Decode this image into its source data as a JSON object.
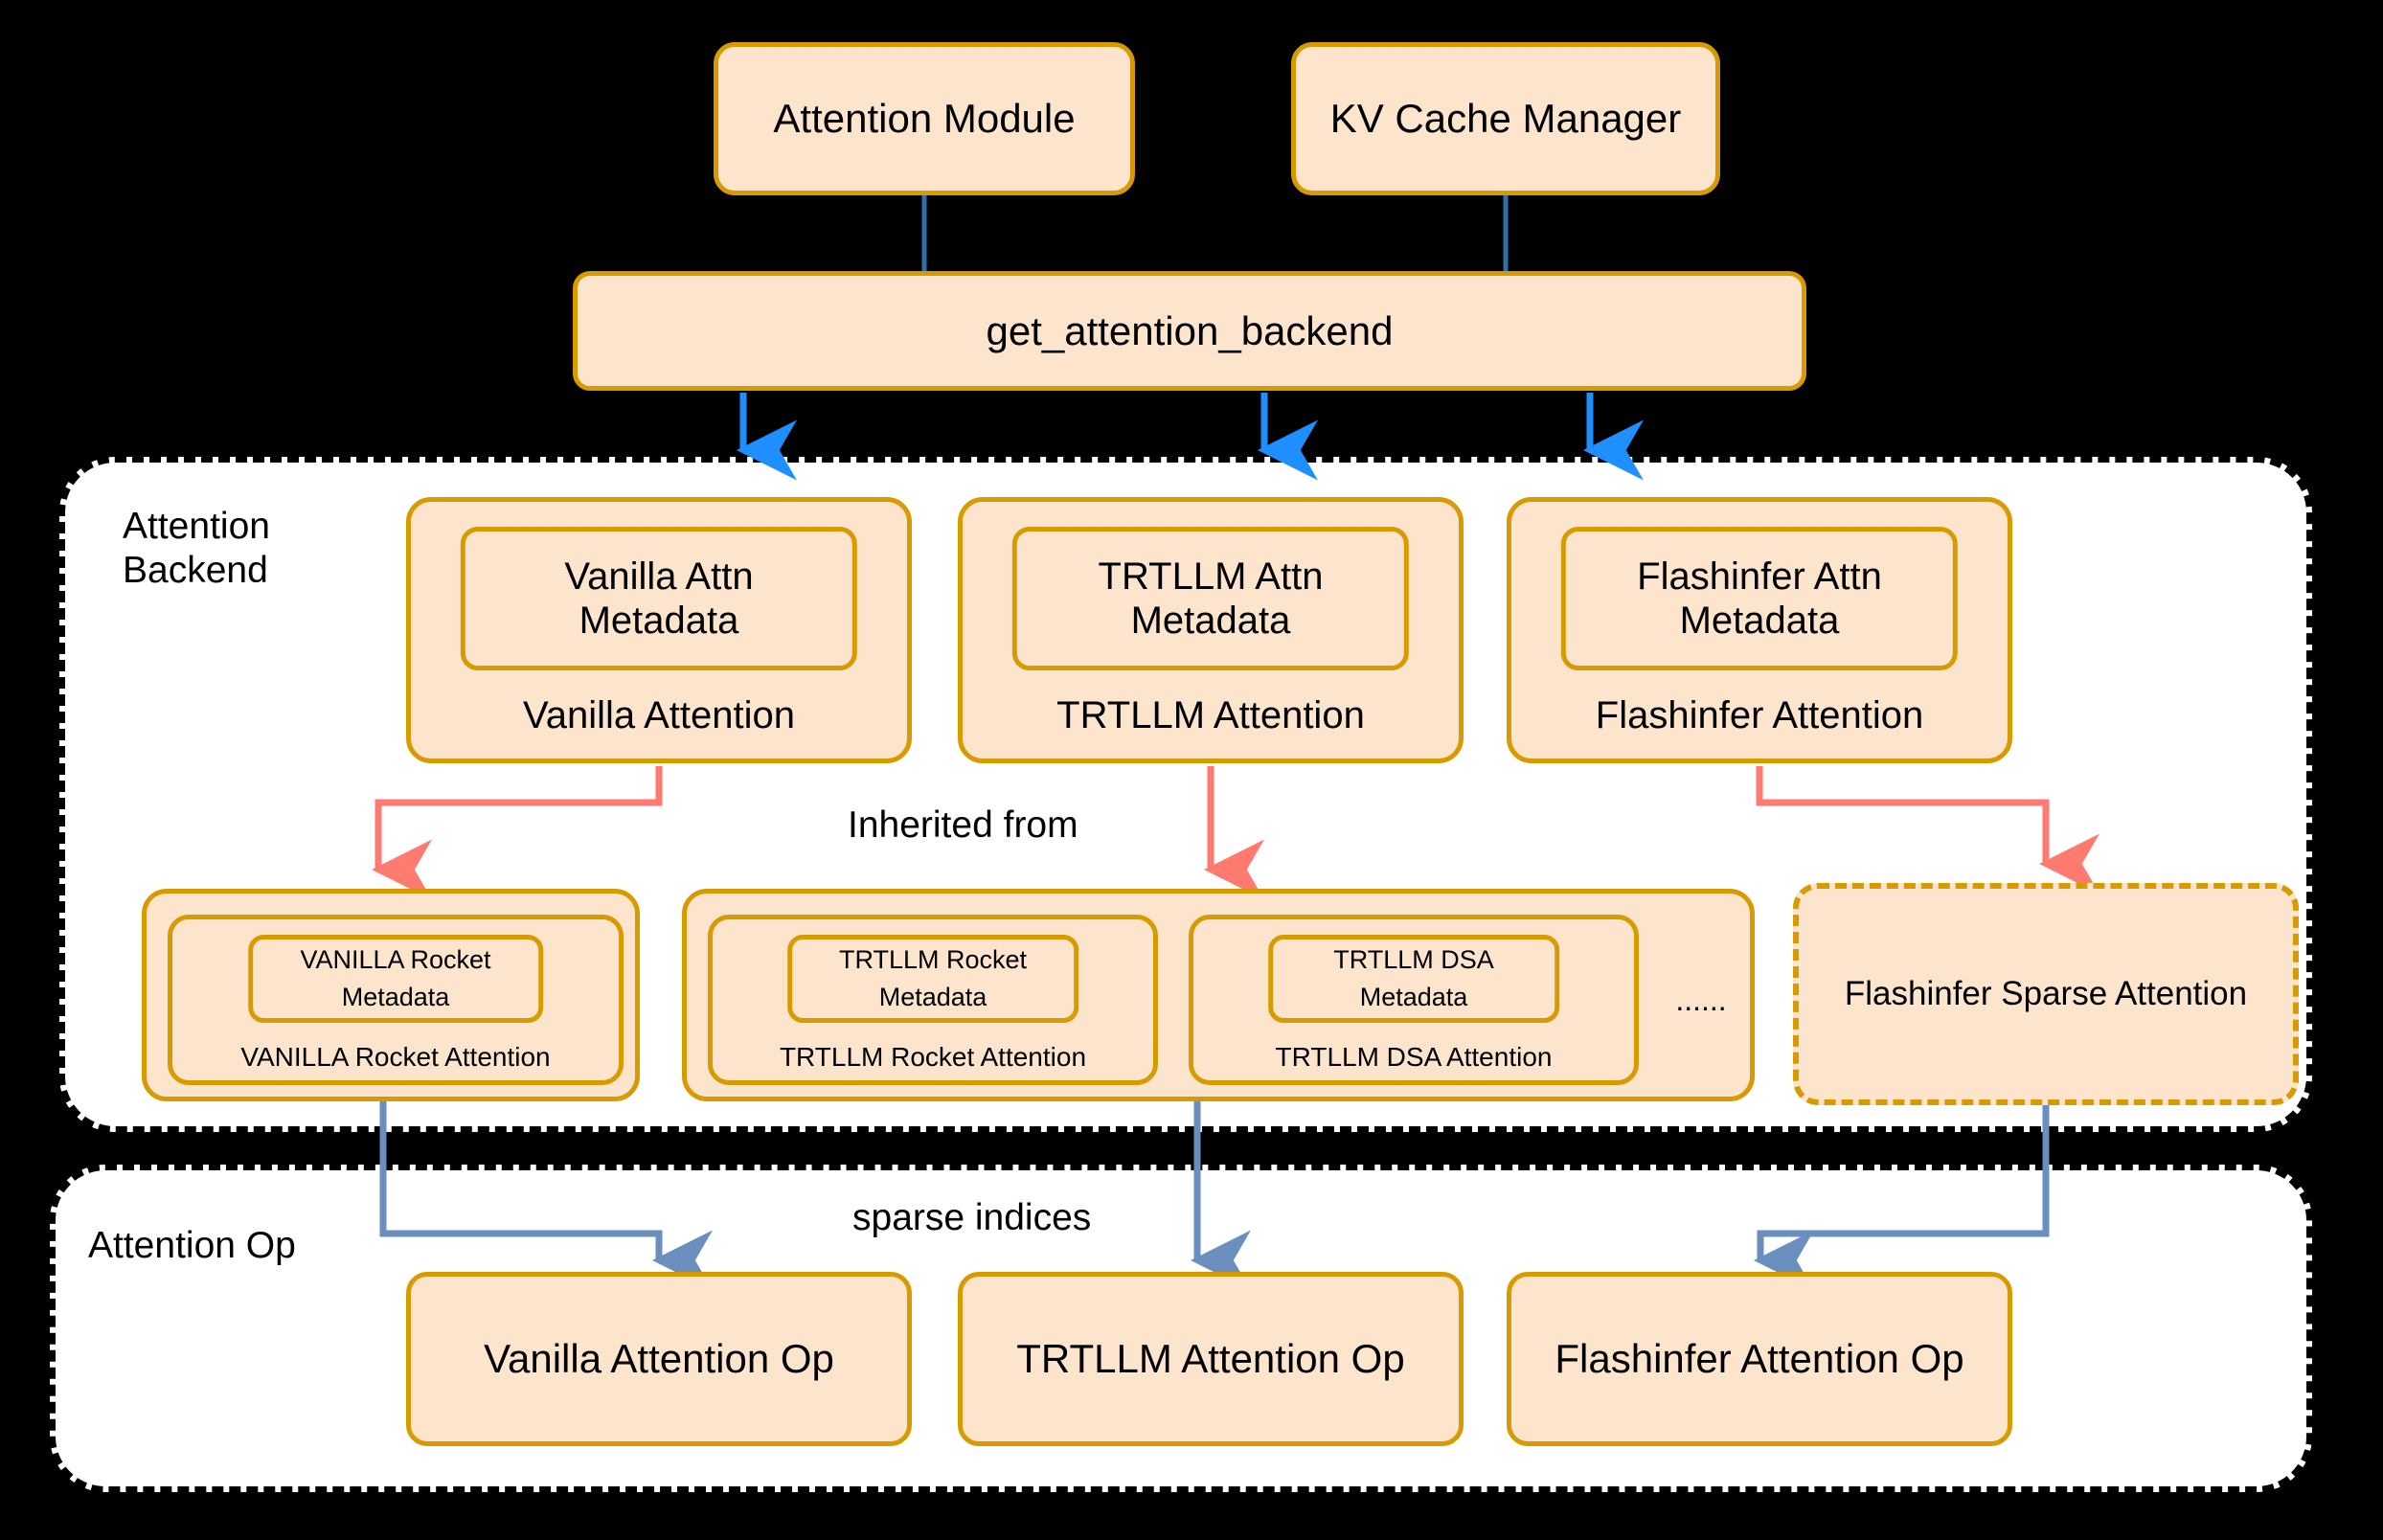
{
  "colors": {
    "background": "#000000",
    "panel_fill": "#ffffff",
    "panel_border": "#000000",
    "box_fill": "#fde5cd",
    "box_border": "#d79b00",
    "dispatch_arrow": "#1f8fff",
    "inherit_arrow": "#ff7b72",
    "sparse_arrow": "#6a8fbf",
    "text": "#000000"
  },
  "top": {
    "attention_module": "Attention Module",
    "kv_cache_manager": "KV Cache Manager",
    "dispatcher": "get_attention_backend"
  },
  "backend_panel": {
    "label": "Attention\nBackend",
    "cards": [
      {
        "metadata": "Vanilla Attn\nMetadata",
        "title": "Vanilla Attention"
      },
      {
        "metadata": "TRTLLM Attn\nMetadata",
        "title": "TRTLLM Attention"
      },
      {
        "metadata": "Flashinfer Attn\nMetadata",
        "title": "Flashinfer Attention"
      }
    ],
    "sparse_groups": [
      {
        "items": [
          {
            "metadata_line1": "VANILLA Rocket",
            "metadata_line2": "Metadata",
            "title": "VANILLA Rocket Attention"
          }
        ]
      },
      {
        "items": [
          {
            "metadata_line1": "TRTLLM Rocket",
            "metadata_line2": "Metadata",
            "title": "TRTLLM Rocket Attention"
          },
          {
            "metadata_line1": "TRTLLM DSA",
            "metadata_line2": "Metadata",
            "title": "TRTLLM DSA Attention"
          }
        ],
        "ellipsis": "......"
      }
    ],
    "flashinfer_sparse": "Flashinfer Sparse Attention"
  },
  "op_panel": {
    "label": "Attention Op",
    "boxes": [
      "Vanilla Attention Op",
      "TRTLLM Attention Op",
      "Flashinfer Attention Op"
    ]
  },
  "edge_labels": {
    "inherited_from": "Inherited from",
    "sparse_indices": "sparse indices"
  }
}
